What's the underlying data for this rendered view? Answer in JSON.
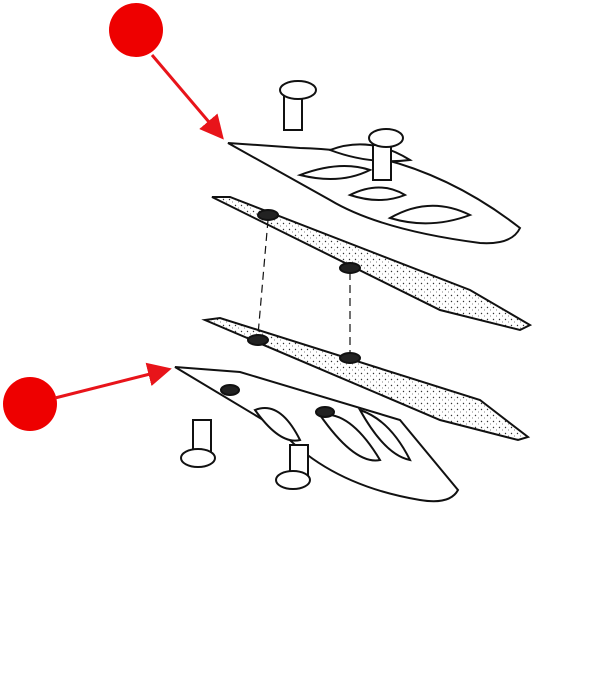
{
  "colors": {
    "marker": "#ee0000",
    "arrow": "#e8141a",
    "line_art": "#111111",
    "background": "#ffffff"
  },
  "annotations": [
    {
      "id": "marker-upper",
      "icon": "red-dot-marker",
      "points_to": "upper-blade-plate"
    },
    {
      "id": "marker-lower",
      "icon": "red-dot-marker",
      "points_to": "lower-blade-plate"
    }
  ]
}
